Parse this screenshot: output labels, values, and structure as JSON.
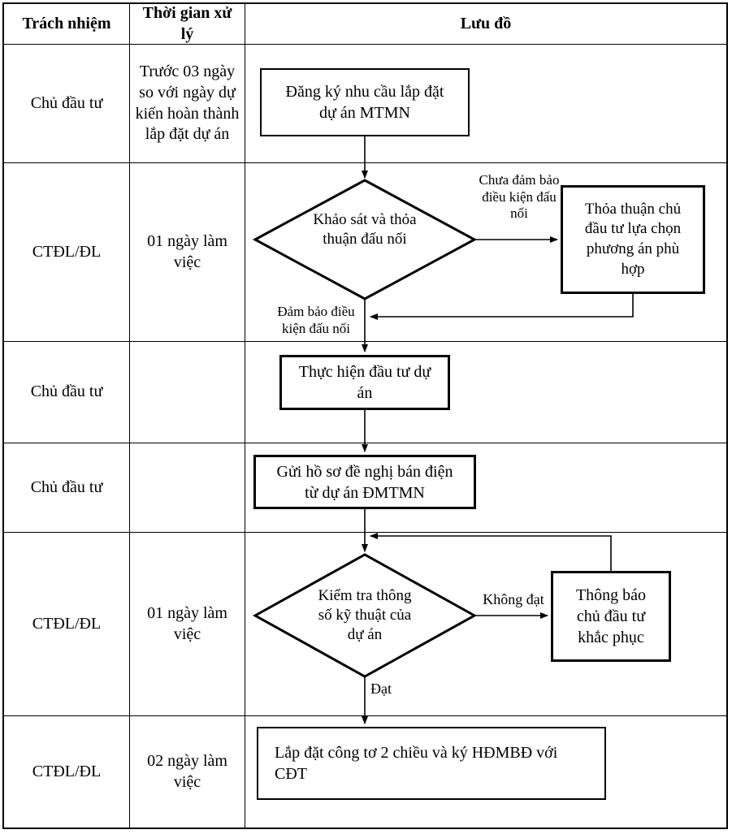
{
  "colors": {
    "line": "#000000",
    "background": "#ffffff"
  },
  "table": {
    "headers": [
      "Trách nhiệm",
      "Thời gian xử lý",
      "Lưu đồ"
    ],
    "rows": [
      {
        "responsibility": "Chủ đầu tư",
        "time": "Trước 03 ngày so với ngày dự kiến hoàn thành lắp đặt dự án"
      },
      {
        "responsibility": "CTĐL/ĐL",
        "time": "01 ngày làm việc"
      },
      {
        "responsibility": "Chủ đầu tư",
        "time": ""
      },
      {
        "responsibility": "Chủ đầu tư",
        "time": ""
      },
      {
        "responsibility": "CTĐL/ĐL",
        "time": "01 ngày làm việc"
      },
      {
        "responsibility": "CTĐL/ĐL",
        "time": "02 ngày làm việc"
      }
    ]
  },
  "flowchart": {
    "step_register": "Đăng ký nhu cầu lắp đặt dự án MTMN",
    "decision_survey": "Khảo sát và thỏa thuận đấu nối",
    "decision_survey_no_label": "Chưa đảm bảo điều kiện đấu nối",
    "box_agree_option": "Thỏa thuận chủ đầu tư lựa chọn phương án phù hợp",
    "decision_survey_yes_label": "Đảm bảo điều kiện đấu nối",
    "step_invest": "Thực hiện đầu tư dự án",
    "step_dossier": "Gửi hồ sơ đề nghị bán điện từ dự án ĐMTMN",
    "decision_check": "Kiểm tra thông số kỹ thuật của dự án",
    "decision_check_no_label": "Không đạt",
    "box_notify_fix": "Thông báo chủ đầu tư khắc phục",
    "decision_check_yes_label": "Đạt",
    "step_meter": "Lắp đặt công tơ 2 chiều và ký HĐMBĐ với CĐT"
  }
}
